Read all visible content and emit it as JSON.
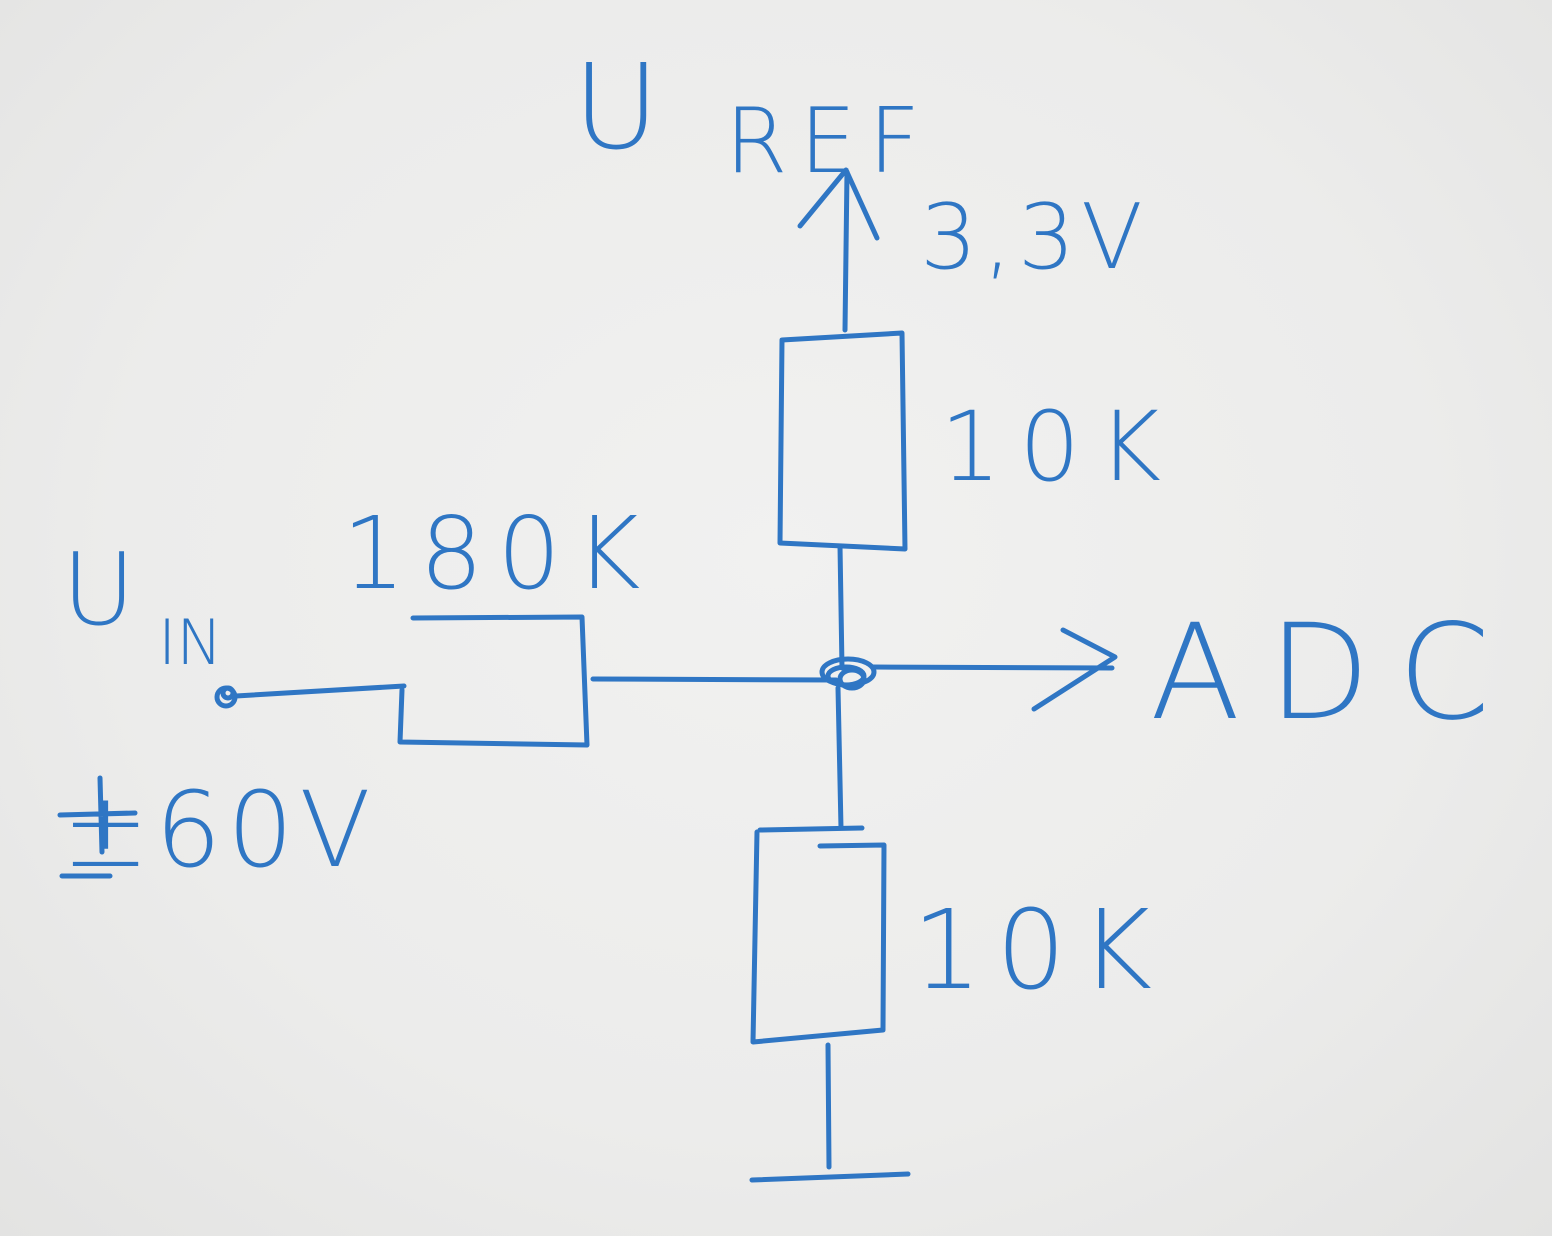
{
  "colors": {
    "ink": "#2f76c4",
    "paper": "#ececeb"
  },
  "labels": {
    "u_ref_main": "U",
    "u_ref_sub": "REF",
    "u_ref_voltage": "3,3V",
    "r_top_value": "10K",
    "r_series_value": "180K",
    "r_bottom_value": "10K",
    "u_in_main": "U",
    "u_in_sub": "IN",
    "u_in_voltage": "±60V",
    "adc": "ADC"
  },
  "components": [
    {
      "type": "resistor",
      "name": "R_series",
      "value": "180K"
    },
    {
      "type": "resistor",
      "name": "R_top",
      "value": "10K"
    },
    {
      "type": "resistor",
      "name": "R_bottom",
      "value": "10K"
    }
  ],
  "nets": [
    "U_IN",
    "U_REF",
    "ADC",
    "GND"
  ]
}
